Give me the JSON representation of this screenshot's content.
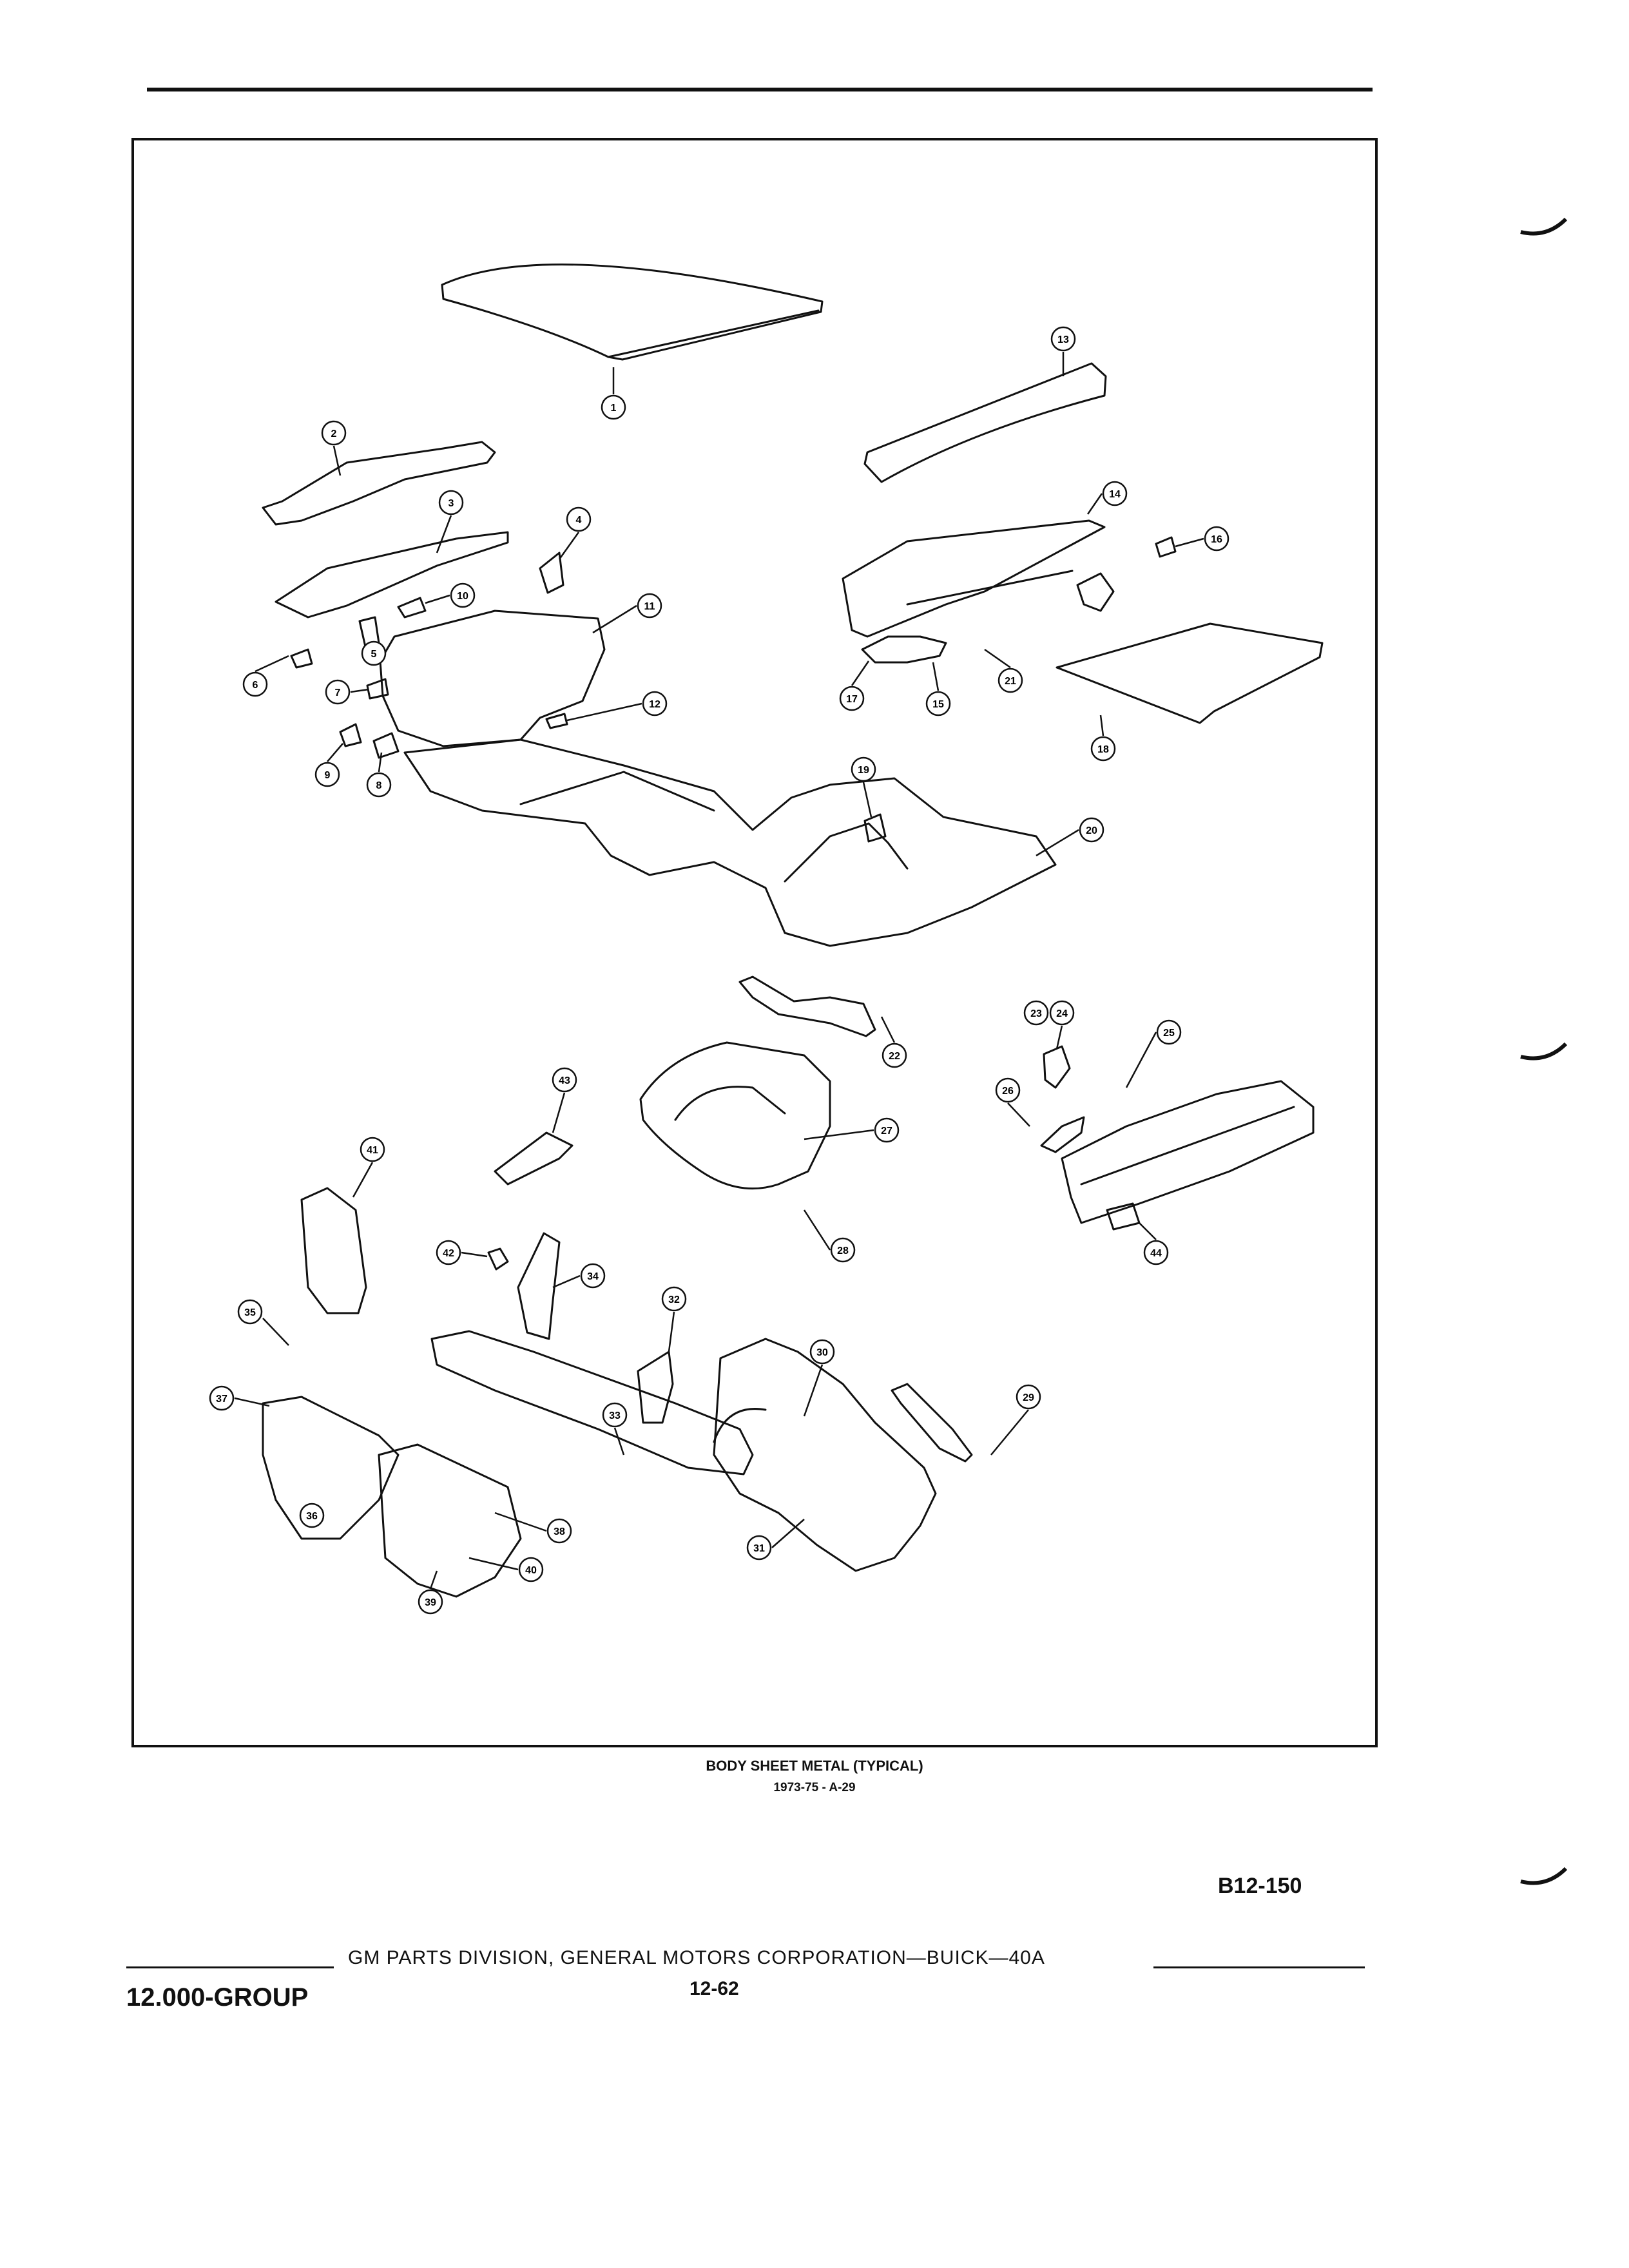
{
  "diagram": {
    "caption_title": "BODY SHEET METAL (TYPICAL)",
    "caption_sub": "1973-75 - A-29",
    "figure_number": "B12-150",
    "callouts": [
      "1",
      "2",
      "3",
      "4",
      "5",
      "6",
      "7",
      "8",
      "9",
      "10",
      "11",
      "12",
      "13",
      "14",
      "15",
      "16",
      "17",
      "18",
      "19",
      "20",
      "21",
      "22",
      "23",
      "24",
      "25",
      "26",
      "27",
      "28",
      "29",
      "30",
      "31",
      "32",
      "33",
      "34",
      "35",
      "36",
      "37",
      "38",
      "39",
      "40",
      "41",
      "42",
      "43",
      "44"
    ]
  },
  "footer": {
    "group_label": "12.000-GROUP",
    "publisher": "GM PARTS DIVISION, GENERAL MOTORS CORPORATION—BUICK—40A",
    "page_number": "12-62"
  }
}
